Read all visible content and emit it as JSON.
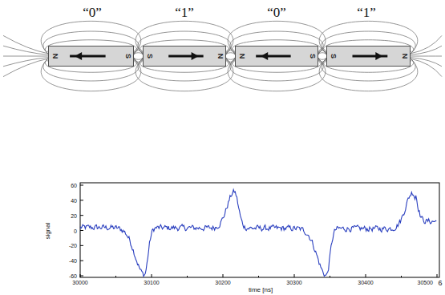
{
  "diagram": {
    "nodes": [
      {
        "text": [
          "N",
          "S"
        ]
      },
      {
        "text": [
          "S",
          "N"
        ]
      },
      {
        "text": [
          "N",
          "S"
        ]
      },
      {
        "text": [
          "S",
          "N"
        ]
      }
    ],
    "labels": [
      "“0”",
      "“1”",
      "“0”",
      "“1”",
      "signal",
      "60",
      "40",
      "20",
      "0",
      "-20",
      "-40",
      "-60",
      "30000",
      "30100",
      "30200",
      "30300",
      "30400",
      "30500",
      "time [ns]",
      "6"
    ]
  }
}
